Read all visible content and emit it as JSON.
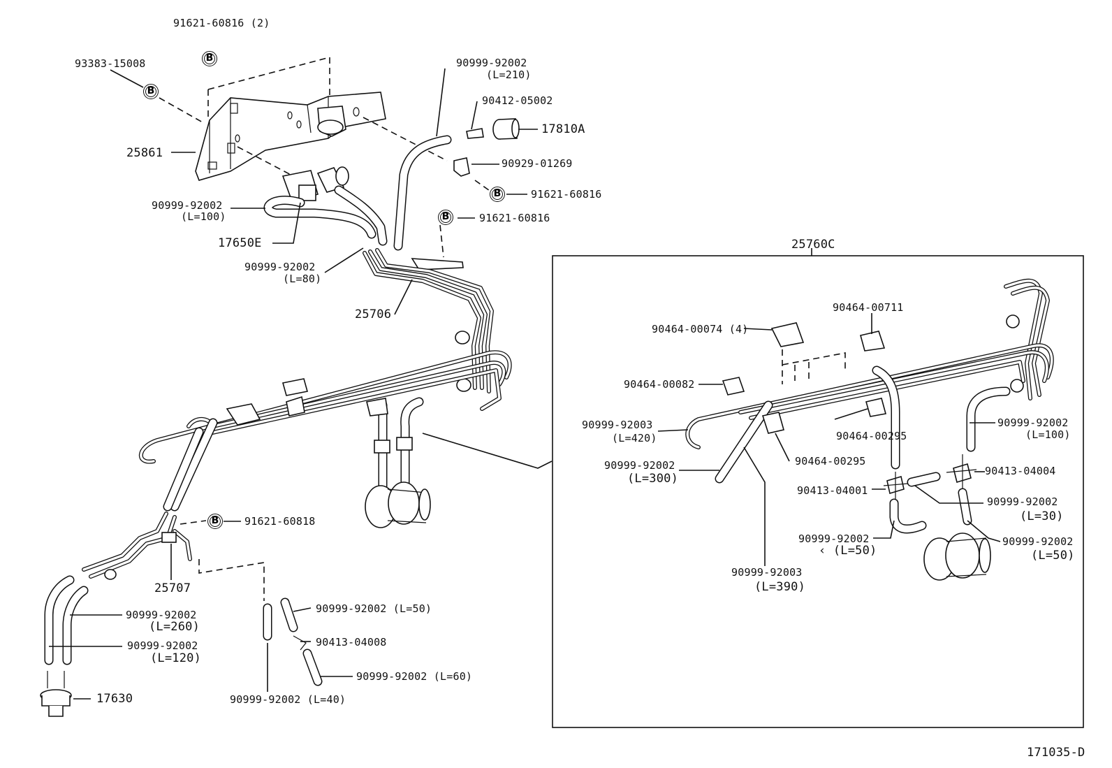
{
  "diagram_id": "171035-D",
  "detail_box_label": "25760C",
  "bolt_marker": "B",
  "labels": {
    "l_91621_60816_2": "91621-60816 (2)",
    "l_93383_15008": "93383-15008",
    "l_25861": "25861",
    "l_90999_92002_210a": "90999-92002",
    "l_90999_92002_210b": "(L=210)",
    "l_90412_05002": "90412-05002",
    "l_17810a": "17810A",
    "l_90929_01269": "90929-01269",
    "l_91621_60816_a": "91621-60816",
    "l_91621_60816_b": "91621-60816",
    "l_90999_92002_100a": "90999-92002",
    "l_90999_92002_100b": "(L=100)",
    "l_17650e": "17650E",
    "l_90999_92002_80a": "90999-92002",
    "l_90999_92002_80b": "(L=80)",
    "l_25706": "25706",
    "l_91621_60818": "91621-60818",
    "l_25707": "25707",
    "l_90999_92002_260a": "90999-92002",
    "l_90999_92002_260b": "(L=260)",
    "l_90999_92002_120a": "90999-92002",
    "l_90999_92002_120b": "(L=120)",
    "l_17630": "17630",
    "l_90999_92002_50_bottom": "90999-92002 (L=50)",
    "l_90413_04008": "90413-04008",
    "l_90999_92002_60": "90999-92002 (L=60)",
    "l_90999_92002_40": "90999-92002 (L=40)",
    "d_90464_00711": "90464-00711",
    "d_90464_00074": "90464-00074 (4)",
    "d_90464_00082": "90464-00082",
    "d_90999_92003_420a": "90999-92003",
    "d_90999_92003_420b": "(L=420)",
    "d_90464_00295_a": "90464-00295",
    "d_90464_00295_b": "90464-00295",
    "d_90999_92002_100a": "90999-92002",
    "d_90999_92002_100b": "(L=100)",
    "d_90999_92002_300a": "90999-92002",
    "d_90999_92002_300b": "(L=300)",
    "d_90413_04004": "90413-04004",
    "d_90413_04001": "90413-04001",
    "d_90999_92002_30a": "90999-92002",
    "d_90999_92002_30b": "(L=30)",
    "d_90999_92002_50a": "90999-92002",
    "d_90999_92002_50b": "‹ (L=50)",
    "d_90999_92002_50ra": "90999-92002",
    "d_90999_92002_50rb": "(L=50)",
    "d_90999_92003_390a": "90999-92003",
    "d_90999_92003_390b": "(L=390)"
  }
}
